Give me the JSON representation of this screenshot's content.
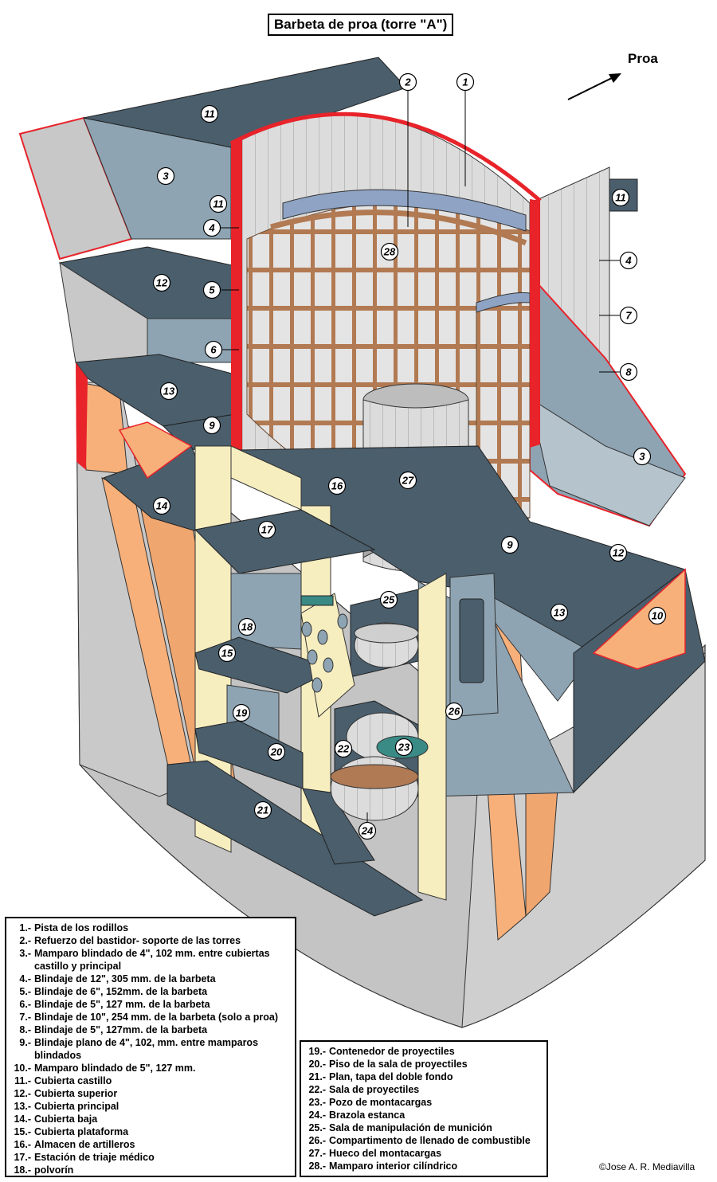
{
  "title": "Barbeta de proa (torre \"A\")",
  "direction_label": "Proa",
  "credit": "©Jose A. R. Mediavilla",
  "colors": {
    "deck": "#4a5e6c",
    "bulkhead": "#8ea4b3",
    "hull": "#c4c4c4",
    "armor_red": "#e8232a",
    "frame_brown": "#b27a52",
    "interior_cream": "#f7eec0",
    "hull_orange": "#f7b07a"
  },
  "callouts": [
    {
      "n": "1"
    },
    {
      "n": "2"
    },
    {
      "n": "3"
    },
    {
      "n": "3"
    },
    {
      "n": "4"
    },
    {
      "n": "4"
    },
    {
      "n": "5"
    },
    {
      "n": "6"
    },
    {
      "n": "7"
    },
    {
      "n": "8"
    },
    {
      "n": "9"
    },
    {
      "n": "9"
    },
    {
      "n": "10"
    },
    {
      "n": "11"
    },
    {
      "n": "11"
    },
    {
      "n": "11"
    },
    {
      "n": "12"
    },
    {
      "n": "12"
    },
    {
      "n": "13"
    },
    {
      "n": "13"
    },
    {
      "n": "14"
    },
    {
      "n": "15"
    },
    {
      "n": "16"
    },
    {
      "n": "17"
    },
    {
      "n": "18"
    },
    {
      "n": "19"
    },
    {
      "n": "20"
    },
    {
      "n": "21"
    },
    {
      "n": "22"
    },
    {
      "n": "23"
    },
    {
      "n": "24"
    },
    {
      "n": "25"
    },
    {
      "n": "26"
    },
    {
      "n": "27"
    },
    {
      "n": "28"
    }
  ],
  "legend_left": [
    {
      "num": "1.-",
      "text": "Pista de los rodillos"
    },
    {
      "num": "2.-",
      "text": "Refuerzo del bastidor- soporte de las torres"
    },
    {
      "num": "3.-",
      "text": "Mamparo blindado de 4\", 102 mm. entre cubiertas castillo y principal"
    },
    {
      "num": "4.-",
      "text": "Blindaje de 12\", 305 mm. de la barbeta"
    },
    {
      "num": "5.-",
      "text": "Blindaje de 6\", 152mm. de la barbeta"
    },
    {
      "num": "6.-",
      "text": "Blindaje de 5\", 127 mm. de la barbeta"
    },
    {
      "num": "7.-",
      "text": "Blindaje de 10\", 254 mm. de la barbeta (solo a proa)"
    },
    {
      "num": "8.-",
      "text": "Blindaje de 5\", 127mm. de la barbeta"
    },
    {
      "num": "9.-",
      "text": "Blindaje plano de 4\", 102, mm. entre mamparos blindados"
    },
    {
      "num": "10.-",
      "text": "Mamparo blindado de 5\", 127 mm."
    },
    {
      "num": "11.-",
      "text": "Cubierta castillo"
    },
    {
      "num": "12.-",
      "text": "Cubierta superior"
    },
    {
      "num": "13.-",
      "text": "Cubierta principal"
    },
    {
      "num": "14.-",
      "text": "Cubierta baja"
    },
    {
      "num": "15.-",
      "text": "Cubierta plataforma"
    },
    {
      "num": "16.-",
      "text": "Almacen de artilleros"
    },
    {
      "num": "17.-",
      "text": "Estación de triaje médico"
    },
    {
      "num": "18.-",
      "text": "polvorín"
    }
  ],
  "legend_right": [
    {
      "num": "19.-",
      "text": "Contenedor de proyectiles"
    },
    {
      "num": "20.-",
      "text": "Piso de la sala de proyectiles"
    },
    {
      "num": "21.-",
      "text": "Plan, tapa del doble fondo"
    },
    {
      "num": "22.-",
      "text": "Sala de proyectiles"
    },
    {
      "num": "23.-",
      "text": "Pozo de montacargas"
    },
    {
      "num": "24.-",
      "text": "Brazola estanca"
    },
    {
      "num": "25.-",
      "text": "Sala de manipulación de munición"
    },
    {
      "num": "26.-",
      "text": "Compartimento de llenado de combustible"
    },
    {
      "num": "27.-",
      "text": "Hueco del montacargas"
    },
    {
      "num": "28.-",
      "text": "Mamparo interior cilíndrico"
    }
  ]
}
